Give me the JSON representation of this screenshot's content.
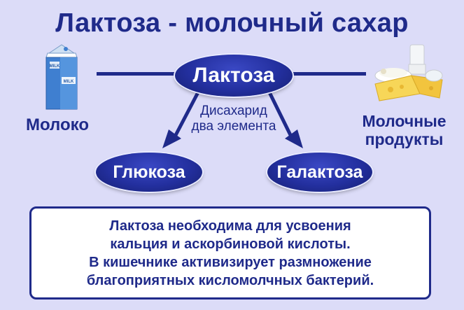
{
  "title": "Лактоза - молочный сахар",
  "nodes": {
    "lactose": "Лактоза",
    "glucose": "Глюкоза",
    "galactose": "Галактоза"
  },
  "captions": {
    "milk": "Молоко",
    "dairy_line1": "Молочные",
    "dairy_line2": "продукты"
  },
  "disaccharide": {
    "line1": "Дисахарид",
    "line2": "два элемента"
  },
  "carton_label": "MILK",
  "info": {
    "line1": "Лактоза необходима для усвоения",
    "line2": "кальция и аскорбиновой кислоты.",
    "line3": "В кишечнике активизирует размножение",
    "line4": "благоприятных кисломолчных бактерий."
  },
  "colors": {
    "background": "#dcdcf8",
    "primary": "#1f2a8a",
    "node_fill": "#232f9e"
  }
}
